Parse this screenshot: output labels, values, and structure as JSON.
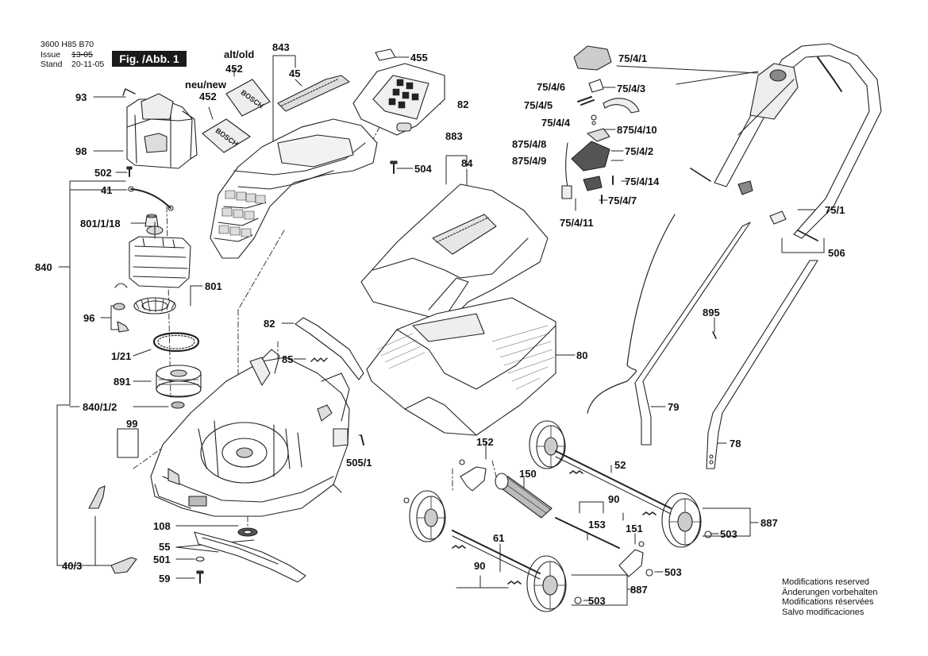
{
  "header": {
    "code": "3600 H85 B70",
    "issue_label": "Issue",
    "issue_value": "13-05",
    "stand_label": "Stand",
    "stand_value": "20-11-05",
    "figure_label": "Fig. /Abb. 1"
  },
  "annotations": {
    "alt_old": "alt/old",
    "neu_new": "neu/new"
  },
  "parts": {
    "p93": "93",
    "p98": "98",
    "p502": "502",
    "p41": "41",
    "p801_1_18": "801/1/18",
    "p840": "840",
    "p801": "801",
    "p96": "96",
    "p1_21": "1/21",
    "p891": "891",
    "p840_1_2": "840/1/2",
    "p99": "99",
    "p40_3": "40/3",
    "p108": "108",
    "p55": "55",
    "p501": "501",
    "p59": "59",
    "p452_old": "452",
    "p452_new": "452",
    "p843": "843",
    "p45": "45",
    "p455": "455",
    "p82_top": "82",
    "p504": "504",
    "p883": "883",
    "p84": "84",
    "p82_mid": "82",
    "p85": "85",
    "p80": "80",
    "p505_1": "505/1",
    "p75_4_1": "75/4/1",
    "p75_4_6": "75/4/6",
    "p75_4_3": "75/4/3",
    "p75_4_5": "75/4/5",
    "p75_4_4": "75/4/4",
    "p875_4_10": "875/4/10",
    "p875_4_8": "875/4/8",
    "p75_4_2": "75/4/2",
    "p875_4_9": "875/4/9",
    "p75_4_14": "75/4/14",
    "p75_4_7": "75/4/7",
    "p75_4_11": "75/4/11",
    "p75_1": "75/1",
    "p506": "506",
    "p895": "895",
    "p79": "79",
    "p78": "78",
    "p152": "152",
    "p52": "52",
    "p150": "150",
    "p90_a": "90",
    "p887_a": "887",
    "p503_a": "503",
    "p153": "153",
    "p151": "151",
    "p61": "61",
    "p503_b": "503",
    "p90_b": "90",
    "p887_b": "887",
    "p503_c": "503"
  },
  "logo": {
    "brand": "BOSCH"
  },
  "modifications": [
    "Modifications reserved",
    "Änderungen vorbehalten",
    "Modifications réservées",
    "Salvo modificaciones"
  ]
}
